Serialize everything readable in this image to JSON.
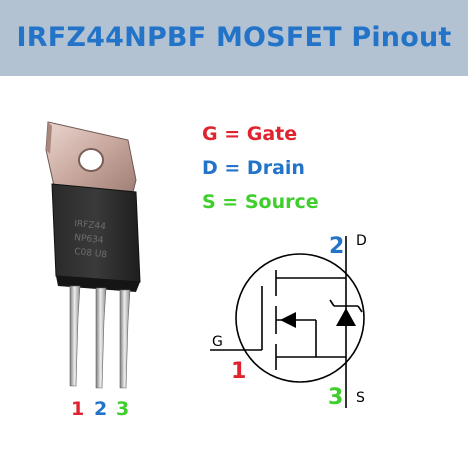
{
  "header": {
    "title": "IRFZ44NPBF MOSFET Pinout",
    "background": "#b2c2d2",
    "title_color": "#2374c8"
  },
  "legend": [
    {
      "text": "G = Gate",
      "color": "#e0232f"
    },
    {
      "text": "D = Drain",
      "color": "#2374c8"
    },
    {
      "text": "S = Source",
      "color": "#3ecf2c"
    }
  ],
  "package": {
    "marking_lines": [
      "IRFZ44",
      "NP634",
      "C08  U8"
    ],
    "pin_numbers": [
      {
        "text": "1",
        "color": "#e0232f"
      },
      {
        "text": "2",
        "color": "#2374c8"
      },
      {
        "text": "3",
        "color": "#3ecf2c"
      }
    ]
  },
  "symbol": {
    "gate_label": "G",
    "drain_label": "D",
    "source_label": "S",
    "gate_number": "1",
    "drain_number": "2",
    "source_number": "3"
  }
}
